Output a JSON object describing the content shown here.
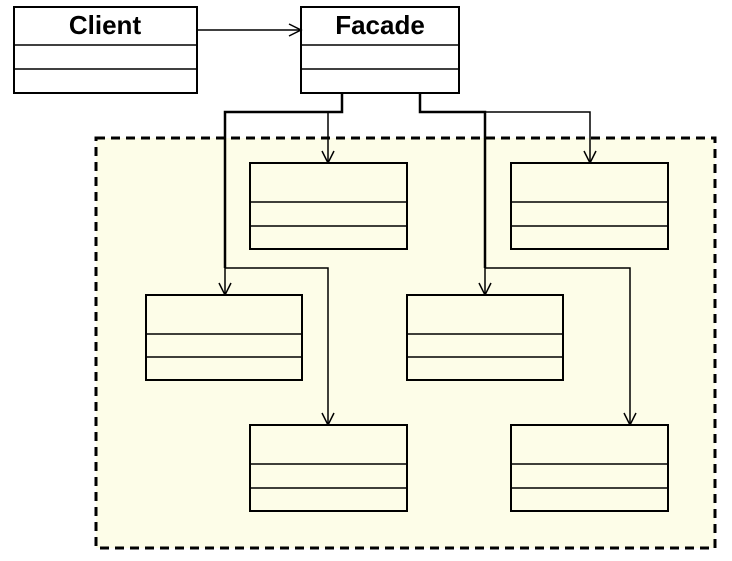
{
  "diagram": {
    "client_box": {
      "title": "Client"
    },
    "facade_box": {
      "title": "Facade"
    },
    "subsystem": {
      "background_color": "#fdfde8",
      "border_style": "dashed",
      "classes": [
        {
          "name": ""
        },
        {
          "name": ""
        },
        {
          "name": ""
        },
        {
          "name": ""
        },
        {
          "name": ""
        },
        {
          "name": ""
        }
      ]
    }
  }
}
